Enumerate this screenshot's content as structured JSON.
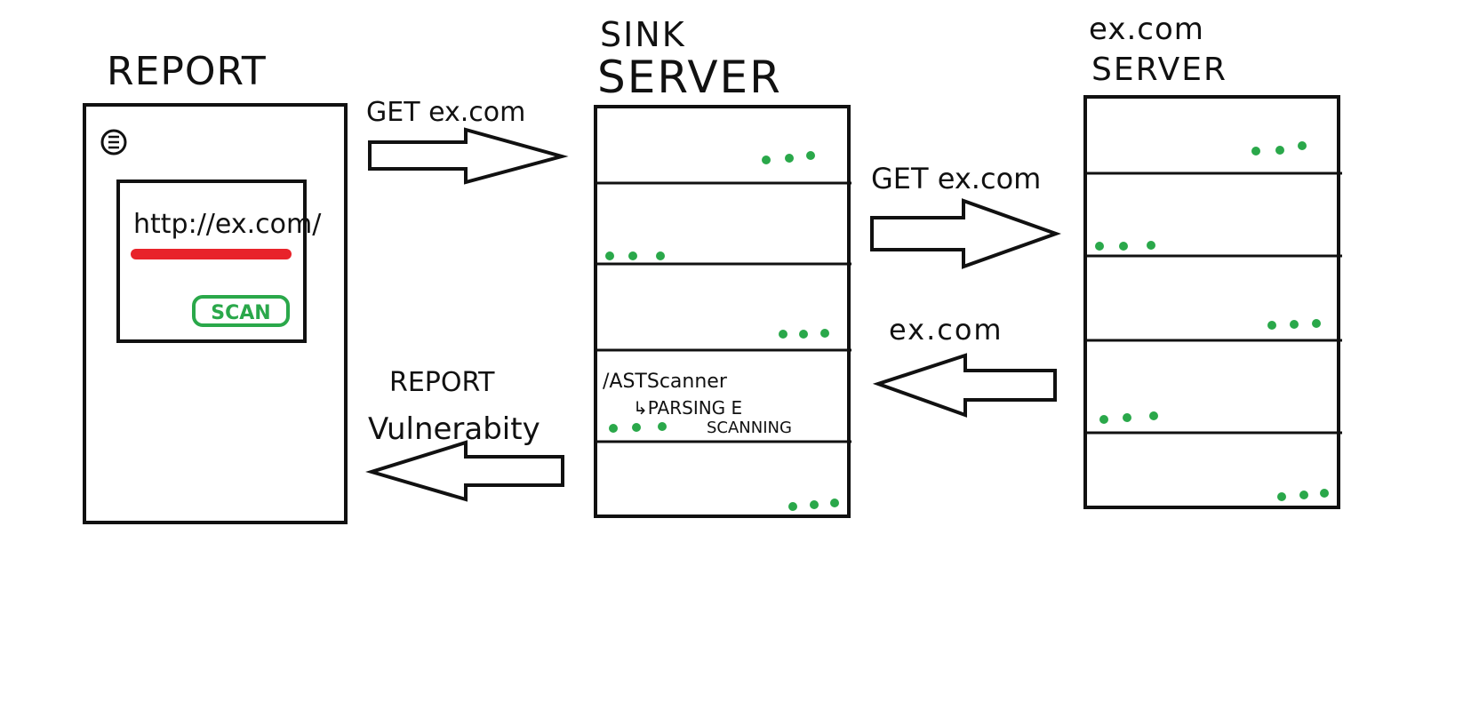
{
  "colors": {
    "stroke": "#111111",
    "underline": "#e8232a",
    "accent": "#2aa84a",
    "background": "#ffffff"
  },
  "report": {
    "title": "REPORT",
    "form_icon": "document-icon",
    "url_value": "http://ex.com/",
    "scan_label": "SCAN"
  },
  "sink_server": {
    "title_line1": "SINK",
    "title_line2": "SERVER",
    "rows": [
      {
        "dots": "right"
      },
      {
        "dots": "left"
      },
      {
        "dots": "right"
      },
      {
        "dots": "left",
        "text_line1": "/ASTScanner",
        "text_line2": "↳PARSING E",
        "text_line3": "SCANNING"
      },
      {
        "dots": "right"
      }
    ]
  },
  "excom_server": {
    "title_line1": "ex.com",
    "title_line2": "SERVER",
    "rows": [
      {
        "dots": "right"
      },
      {
        "dots": "left"
      },
      {
        "dots": "right"
      },
      {
        "dots": "left"
      },
      {
        "dots": "right"
      }
    ]
  },
  "arrows": {
    "report_to_sink": "GET  ex.com",
    "sink_to_excom": "GET  ex.com",
    "excom_to_sink": "ex.com",
    "sink_to_report_line1": "REPORT",
    "sink_to_report_line2": "Vulnerabity"
  }
}
